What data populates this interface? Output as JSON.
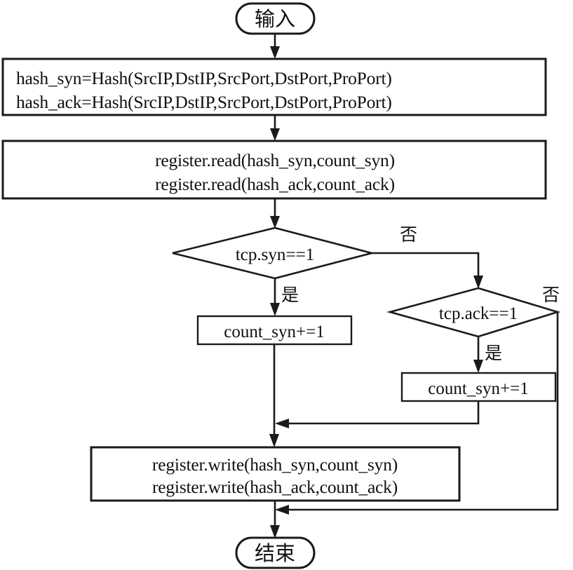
{
  "diagram": {
    "title": "SYN/ACK counting flowchart",
    "type": "flowchart",
    "language": "zh-CN",
    "colors": {
      "stroke": "#1a1a1a",
      "fill": "#ffffff",
      "text": "#111111"
    },
    "nodes": {
      "start": {
        "shape": "terminator",
        "label": "输入"
      },
      "hash": {
        "shape": "process",
        "line1": "hash_syn=Hash(SrcIP,DstIP,SrcPort,DstPort,ProPort)",
        "line2": "hash_ack=Hash(SrcIP,DstIP,SrcPort,DstPort,ProPort)"
      },
      "read": {
        "shape": "process",
        "line1": "register.read(hash_syn,count_syn)",
        "line2": "register.read(hash_ack,count_ack)"
      },
      "decision_syn": {
        "shape": "decision",
        "label": "tcp.syn==1"
      },
      "decision_ack": {
        "shape": "decision",
        "label": "tcp.ack==1"
      },
      "incr_left": {
        "shape": "process",
        "label": "count_syn+=1"
      },
      "incr_right": {
        "shape": "process",
        "label": "count_syn+=1"
      },
      "write": {
        "shape": "process",
        "line1": "register.write(hash_syn,count_syn)",
        "line2": "register.write(hash_ack,count_ack)"
      },
      "end": {
        "shape": "terminator",
        "label": "结束"
      }
    },
    "edge_labels": {
      "syn_no": "否",
      "syn_yes": "是",
      "ack_no": "否",
      "ack_yes": "是"
    }
  }
}
